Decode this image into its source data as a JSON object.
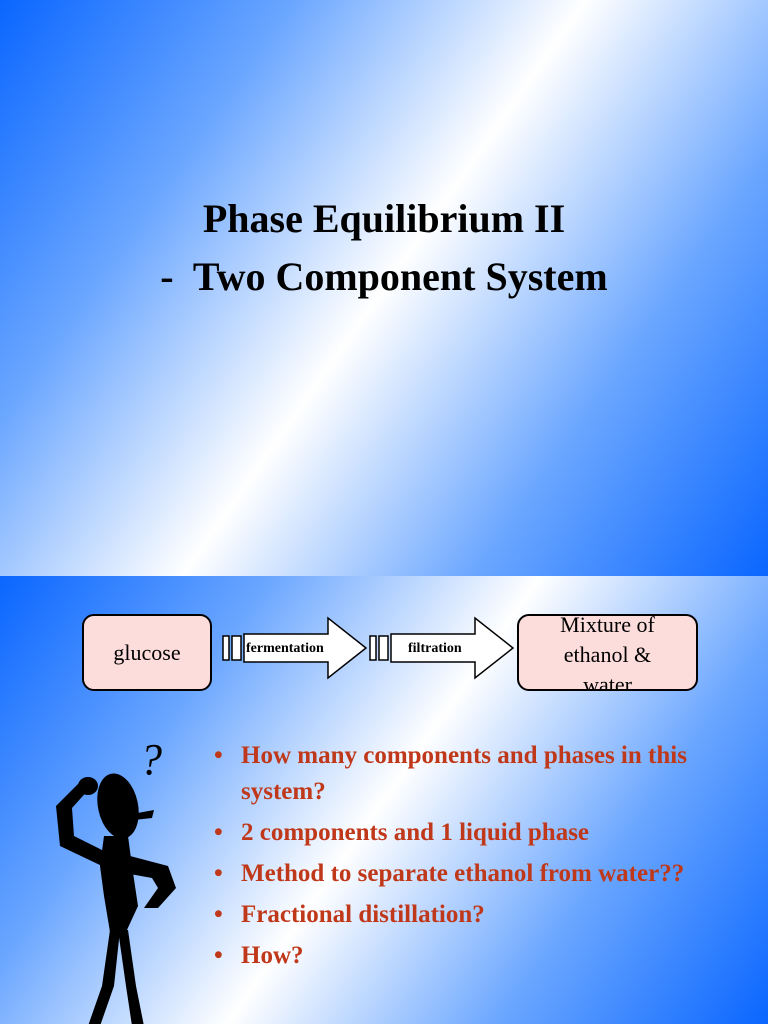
{
  "slide1": {
    "title_line1": "Phase Equilibrium II",
    "title_line2": "-  Two Component System"
  },
  "slide2": {
    "process": {
      "start": "glucose",
      "step1": "fermentation",
      "step2": "filtration",
      "end_line1": "Mixture of",
      "end_line2": "ethanol &",
      "end_line3": "water"
    },
    "bullet_symbol": "•",
    "bullets": [
      "How many components and phases in this system?",
      "2 components and 1 liquid phase",
      "Method to separate ethanol from water??",
      "Fractional distillation?",
      "How?"
    ],
    "figure_question_mark": "?",
    "colors": {
      "bullet_text": "#c0381a",
      "box_fill": "#fddcdc",
      "gradient_blue": "#0a66ff"
    }
  }
}
